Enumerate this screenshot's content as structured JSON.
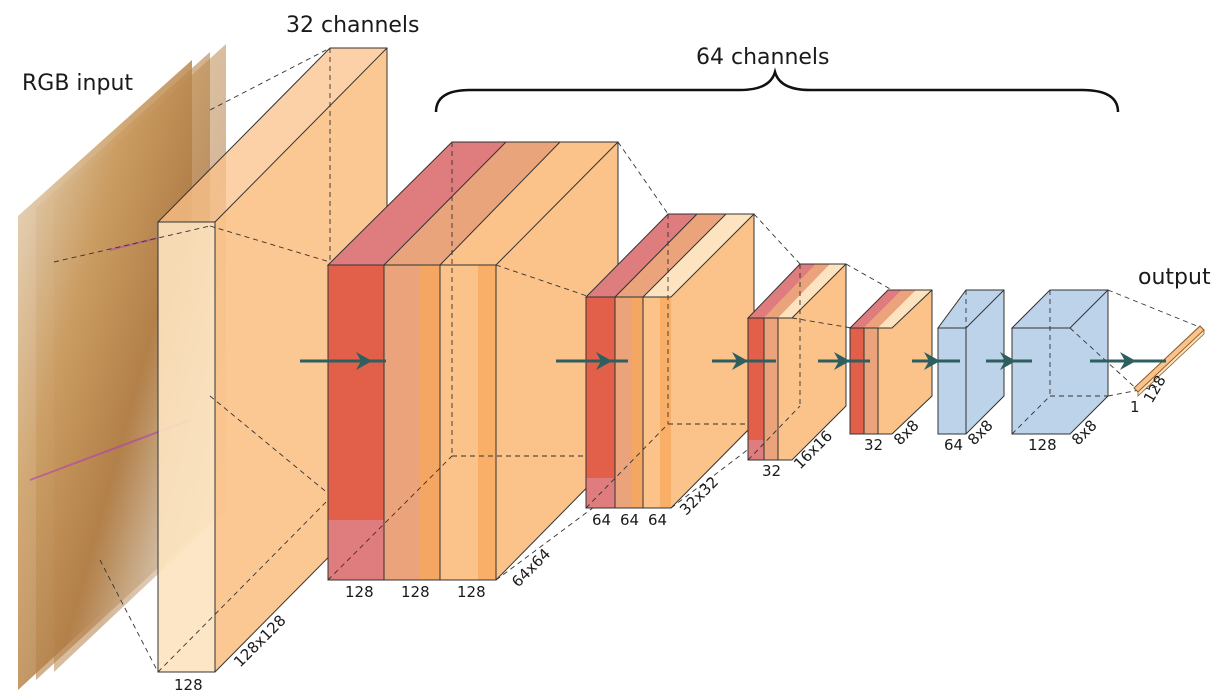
{
  "labels": {
    "rgb_input": "RGB input",
    "channels_32": "32 channels",
    "channels_64": "64 channels",
    "output": "output"
  },
  "dims": {
    "input_depth": "128",
    "input_size": "128x128",
    "block1_a": "128",
    "block1_b": "128",
    "block1_c": "128",
    "block1_size": "64x64",
    "block2_a": "64",
    "block2_b": "64",
    "block2_c": "64",
    "block2_size": "32x32",
    "block3_depth": "32",
    "block3_size": "16x16",
    "block4_depth": "32",
    "block4_size": "8x8",
    "block5_depth": "64",
    "block5_size": "8x8",
    "block6_depth": "128",
    "block6_size": "8x8",
    "out_1": "1",
    "out_128": "128"
  },
  "colors": {
    "orange": "#fbc289",
    "orange_light": "#fde3bf",
    "orange_mid": "#f8a65a",
    "red": "#e2604a",
    "red_light": "#de7c7e",
    "blue": "#bcd3ea",
    "arrow": "#2e5e5e"
  }
}
